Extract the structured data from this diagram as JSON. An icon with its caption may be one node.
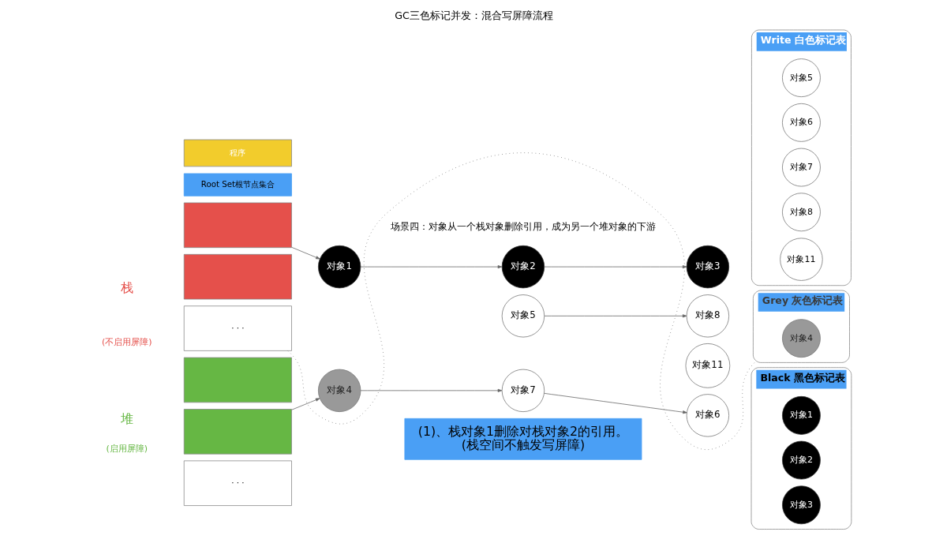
{
  "diagram": {
    "title": "GC三色标记并发：混合写屏障流程",
    "nodes": [
      {
        "text": [
          "程序"
        ]
      },
      {
        "text": [
          "Root Set根节点集合"
        ]
      },
      {
        "text": [],
        "shape": "box"
      },
      {
        "text": [],
        "shape": "box"
      },
      {
        "text": [
          "· · ·"
        ]
      },
      {
        "text": [],
        "shape": "box"
      },
      {
        "text": [],
        "shape": "box"
      },
      {
        "text": [
          "· · ·"
        ]
      },
      {
        "text": [
          "对象1"
        ]
      },
      {
        "text": [
          "对象2"
        ]
      },
      {
        "text": [
          "对象3"
        ]
      },
      {
        "text": [
          "对象5"
        ]
      },
      {
        "text": [
          "对象8"
        ]
      },
      {
        "text": [
          "对象11"
        ]
      },
      {
        "text": [
          "对象4"
        ]
      },
      {
        "text": [
          "对象7"
        ]
      },
      {
        "text": [
          "对象6"
        ]
      },
      {
        "text": [
          "Write 白色标记表"
        ]
      },
      {
        "text": [
          "对象5"
        ],
        "in": 17
      },
      {
        "text": [
          "对象6"
        ],
        "in": 17
      },
      {
        "text": [
          "对象7"
        ],
        "in": 17
      },
      {
        "text": [
          "对象8"
        ],
        "in": 17
      },
      {
        "text": [
          "对象11"
        ],
        "in": 17
      },
      {
        "text": [
          "Grey 灰色标记表"
        ]
      },
      {
        "text": [
          "对象4"
        ],
        "in": 23
      },
      {
        "text": [
          "Black 黑色标记表"
        ]
      },
      {
        "text": [
          "对象1"
        ],
        "in": 25
      },
      {
        "text": [
          "对象2"
        ],
        "in": 25
      },
      {
        "text": [
          "对象3"
        ],
        "in": 25
      },
      {
        "text": [
          "(1)、栈对象1删除对栈对象2的引用。",
          "(栈空间不触发写屏障)"
        ]
      }
    ],
    "edges": [
      {
        "from": 2,
        "to": 8,
        "arrow": "to"
      },
      {
        "from": 8,
        "to": 9,
        "arrow": "to"
      },
      {
        "from": 9,
        "to": 10,
        "arrow": "to"
      },
      {
        "from": 11,
        "to": 12,
        "arrow": "to"
      },
      {
        "from": 6,
        "to": 14,
        "arrow": "to"
      },
      {
        "from": 14,
        "to": 15,
        "arrow": "to"
      },
      {
        "from": 15,
        "to": 16,
        "arrow": "to"
      },
      {
        "from": 4,
        "to": 23,
        "arrow": "none",
        "style": "dashed"
      }
    ],
    "labels": [
      "场景四：对象从一个栈对象删除引用，成为另一个堆对象的下游",
      "栈",
      "(不启用屏障)",
      "堆",
      "(启用屏障)"
    ]
  }
}
